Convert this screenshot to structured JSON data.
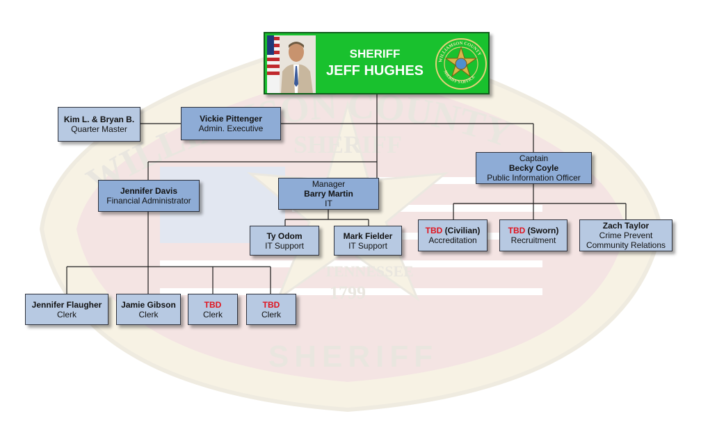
{
  "watermark": {
    "arc_text": "WILLIAMSON COUNTY",
    "center_text": "SHERIFF",
    "year": "1799",
    "state_text": "TENNESSEE",
    "bottom_text": "SHERIFF"
  },
  "sheriff": {
    "title": "SHERIFF",
    "name": "JEFF HUGHES",
    "seal_top_text": "WILLIAMSON COUNTY",
    "seal_bottom_text": "SHERIFF'S OFFICE"
  },
  "nodes": {
    "kim": {
      "name": "Kim L. & Bryan B.",
      "role": "Quarter Master"
    },
    "vickie": {
      "name": "Vickie Pittenger",
      "role": "Admin. Executive"
    },
    "jennifer_davis": {
      "name": "Jennifer Davis",
      "role": "Financial Administrator"
    },
    "barry": {
      "prefix": "Manager",
      "name": "Barry Martin",
      "role": "IT"
    },
    "becky": {
      "prefix": "Captain",
      "name": "Becky Coyle",
      "role": "Public Information Officer"
    },
    "ty": {
      "name": "Ty Odom",
      "role": "IT Support"
    },
    "mark": {
      "name": "Mark Fielder",
      "role": "IT Support"
    },
    "tbd_civilian": {
      "tbd": "TBD",
      "qualifier": " (Civilian)",
      "role": "Accreditation"
    },
    "tbd_sworn": {
      "tbd": "TBD",
      "qualifier": " (Sworn)",
      "role": "Recruitment"
    },
    "zach": {
      "name": "Zach Taylor",
      "role_1": "Crime Prevent",
      "role_2": "Community Relations"
    },
    "jennifer_flaugher": {
      "name": "Jennifer Flaugher",
      "role": "Clerk"
    },
    "jamie": {
      "name": "Jamie Gibson",
      "role": "Clerk"
    },
    "tbd_clerk_1": {
      "tbd": "TBD",
      "role": "Clerk"
    },
    "tbd_clerk_2": {
      "tbd": "TBD",
      "role": "Clerk"
    }
  },
  "colors": {
    "sheriff_green": "#19c12e",
    "box_dark_blue": "#8eacd6",
    "box_light_blue": "#b7c9e2",
    "tbd_red": "#e0141e",
    "connector": "#1a1a1a"
  }
}
